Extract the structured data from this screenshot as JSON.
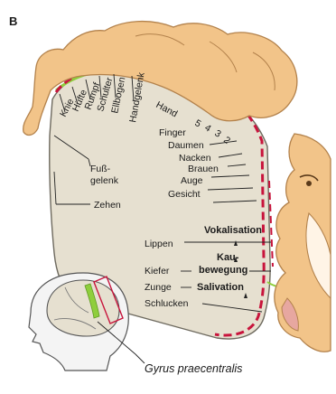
{
  "figure": {
    "panel_letter": "B",
    "caption": "Gyrus praecentralis",
    "labels": {
      "knie": "Knie",
      "huefte": "Hüfte",
      "rumpf": "Rumpf",
      "schulter": "Schulter",
      "ellbogen": "Ellbogen",
      "handgelenk": "Handgelenk",
      "hand": "Hand",
      "finger": "Finger",
      "d5": "5",
      "d4": "4",
      "d3": "3",
      "d2": "2",
      "daumen": "Daumen",
      "nacken": "Nacken",
      "brauen": "Brauen",
      "auge": "Auge",
      "gesicht": "Gesicht",
      "fuss_1": "Fuß-",
      "fuss_2": "gelenk",
      "zehen": "Zehen",
      "vokalisation": "Vokalisation",
      "lippen": "Lippen",
      "kau_1": "Kau-",
      "kau_2": "bewegung",
      "kiefer": "Kiefer",
      "zunge": "Zunge",
      "salivation": "Salivation",
      "schlucken": "Schlucken"
    }
  },
  "colors": {
    "cortex_fill": "#e6e0d0",
    "cortex_stroke": "#6e6a5f",
    "body_fill": "#f2c489",
    "body_stroke": "#b3824c",
    "red_dash": "#c8143c",
    "gyrus_green": "#8fce3c"
  }
}
